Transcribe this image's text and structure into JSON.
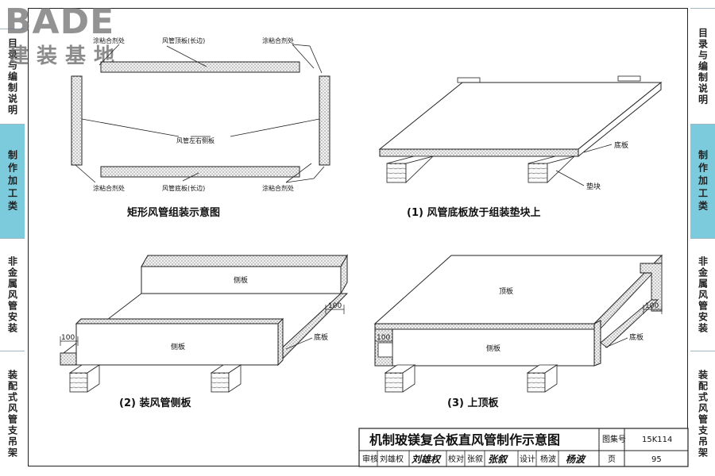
{
  "logo": {
    "brand": "BADE",
    "subtitle": "建装基地"
  },
  "side_tabs": {
    "left": [
      {
        "label": "目录与编制说明",
        "active": false
      },
      {
        "label": "制作加工类",
        "active": true
      },
      {
        "label": "非金属风管安装",
        "active": false
      },
      {
        "label": "装配式风管支吊架",
        "active": false
      }
    ],
    "right": [
      {
        "label": "目录与编制说明",
        "active": false
      },
      {
        "label": "制作加工类",
        "active": true
      },
      {
        "label": "非金属风管安装",
        "active": false
      },
      {
        "label": "装配式风管支吊架",
        "active": false
      }
    ]
  },
  "diagram1": {
    "caption": "矩形风管组装示意图",
    "labels": {
      "top_plate": "风管顶板(长边)",
      "glue_top_left": "涂粘合剂处",
      "glue_top_right": "涂粘合剂处",
      "side_plates": "风管左右侧板",
      "glue_bottom_left": "涂粘合剂处",
      "bottom_plate": "风管底板(长边)",
      "glue_bottom_right": "涂粘合剂处"
    }
  },
  "diagram2": {
    "caption": "(1) 风管底板放于组装垫块上",
    "labels": {
      "bottom_plate": "底板",
      "block": "垫块"
    }
  },
  "diagram3": {
    "caption": "(2) 装风管侧板",
    "labels": {
      "side_back": "侧板",
      "side_front": "侧板",
      "bottom_plate": "底板",
      "dim_left": "100",
      "dim_right": "100"
    }
  },
  "diagram4": {
    "caption": "(3) 上顶板",
    "labels": {
      "top_plate": "顶板",
      "side_front": "侧板",
      "bottom_plate": "底板",
      "dim_left": "100",
      "dim_right": "100"
    }
  },
  "title_block": {
    "drawing_title": "机制玻镁复合板直风管制作示意图",
    "atlas_label": "图集号",
    "atlas_no": "15K114",
    "review_label": "审核",
    "review_name": "刘雄权",
    "review_sig": "刘雄权",
    "check_label": "校对",
    "check_name": "张叙",
    "check_sig": "张叙",
    "design_label": "设计",
    "design_name": "杨波",
    "design_sig": "杨波",
    "page_label": "页",
    "page_no": "95"
  }
}
